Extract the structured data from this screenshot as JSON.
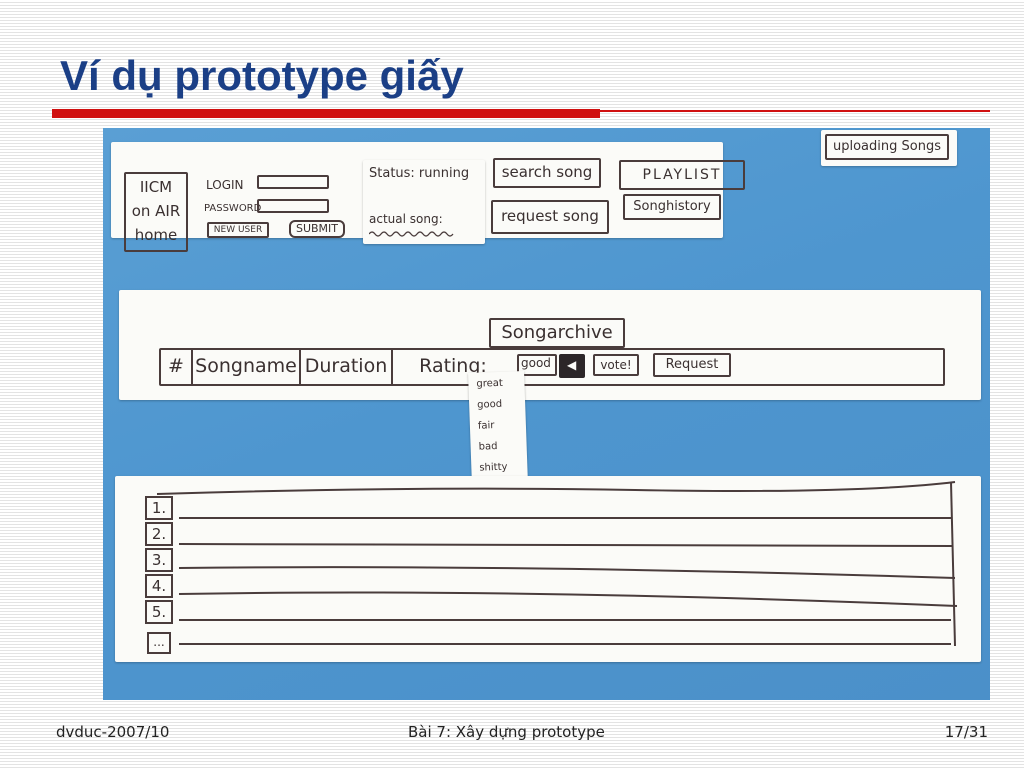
{
  "slide": {
    "title": "Ví dụ prototype giấy",
    "accent_color": "#d01010",
    "title_color": "#1b3f86"
  },
  "prototype": {
    "top_bar": {
      "logo_lines": [
        "IICM",
        "on AIR",
        "home"
      ],
      "login_label": "LOGIN",
      "password_label": "PASSWORD",
      "new_user_label": "NEW USER",
      "submit_label": "SUBMIT",
      "status_text": "Status: running",
      "actual_song_text": "actual song:",
      "search_song_label": "search song",
      "request_song_label": "request song",
      "playlist_label": "PLAYLIST",
      "songhistory_label": "Songhistory",
      "uploading_label": "uploading Songs"
    },
    "archive": {
      "tab_label": "Songarchive",
      "columns": [
        "#",
        "Songname",
        "Duration",
        "Rating:"
      ],
      "rating_selected": "good",
      "vote_label": "vote!",
      "request_label": "Request",
      "rating_options": [
        "great",
        "good",
        "fair",
        "bad",
        "shitty"
      ]
    },
    "list": {
      "row_numbers": [
        "1.",
        "2.",
        "3.",
        "4.",
        "5."
      ],
      "more_label": "..."
    }
  },
  "footer": {
    "left": "dvduc-2007/10",
    "center": "Bài 7: Xây dựng prototype",
    "page": "17/31"
  }
}
